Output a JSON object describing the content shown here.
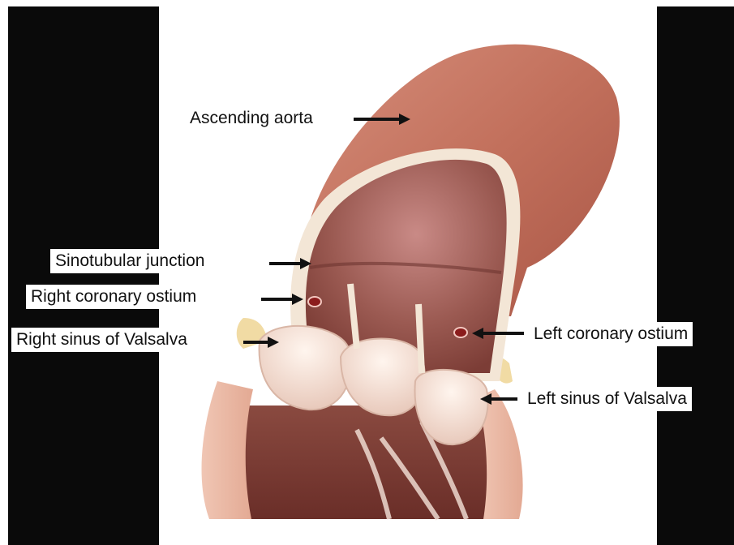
{
  "labels": {
    "ascending_aorta": "Ascending aorta",
    "sinotubular_junction": "Sinotubular junction",
    "right_coronary_ostium": "Right coronary ostium",
    "right_sinus": "Right sinus of Valsalva",
    "left_coronary_ostium": "Left coronary ostium",
    "left_sinus": "Left sinus of Valsalva"
  },
  "colors": {
    "background_bars": "#0a0a0a",
    "aorta_outer": "#c97560",
    "aorta_inner": "#a8584a",
    "wall_rim": "#f3e6d6",
    "sinus_cusps": "#efd9cc",
    "ostium": "#8b1c1c",
    "arrow": "#111111"
  }
}
